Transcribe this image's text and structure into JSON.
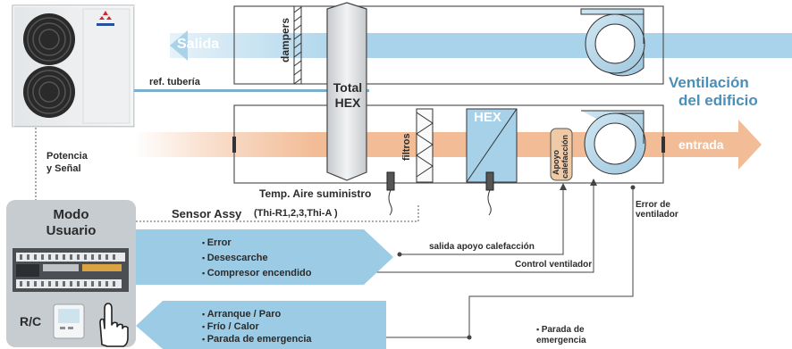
{
  "outdoor_unit": {
    "brand": "MITSUBISHI"
  },
  "labels": {
    "salida": "Salida",
    "dampers": "dampers",
    "ref_tuberia": "ref. tubería",
    "total_hex": [
      "Total",
      "HEX"
    ],
    "hex": "HEX",
    "filtros": "filtros",
    "apoyo_calefaccion": [
      "Apoyo",
      "calefacción"
    ],
    "ventilacion_edificio": [
      "Ventilación",
      "del edificio"
    ],
    "entrada": "entrada",
    "potencia_senal": [
      "Potencia",
      "y Señal"
    ],
    "temp_aire_suministro": "Temp. Aire suministro",
    "sensor_assy": "Sensor Assy",
    "sensor_assy_detail": "(Thi-R1,2,3,Thi-A )",
    "error_ventilador": [
      "Error de",
      "ventilador"
    ],
    "salida_apoyo_calefaccion": "salida apoyo calefacción",
    "control_ventilador": "Control ventilador",
    "parada_emergencia": [
      "Parada de",
      "emergencia"
    ]
  },
  "user_panel": {
    "title": [
      "Modo",
      "Usuario"
    ],
    "rc_label": "R/C"
  },
  "outputs": [
    "Error",
    "Desescarche",
    "Compresor encendido"
  ],
  "inputs": [
    "Arranque / Paro",
    "Frío / Calor",
    "Parada de emergencia"
  ],
  "colors": {
    "exhaust_blue": "#a9d3ea",
    "supply_orange": "#f2bc96",
    "arrow_blue": "#9ccbe5",
    "panel_grey": "#c7ccd0",
    "text_blue": "#4a8fb8"
  }
}
